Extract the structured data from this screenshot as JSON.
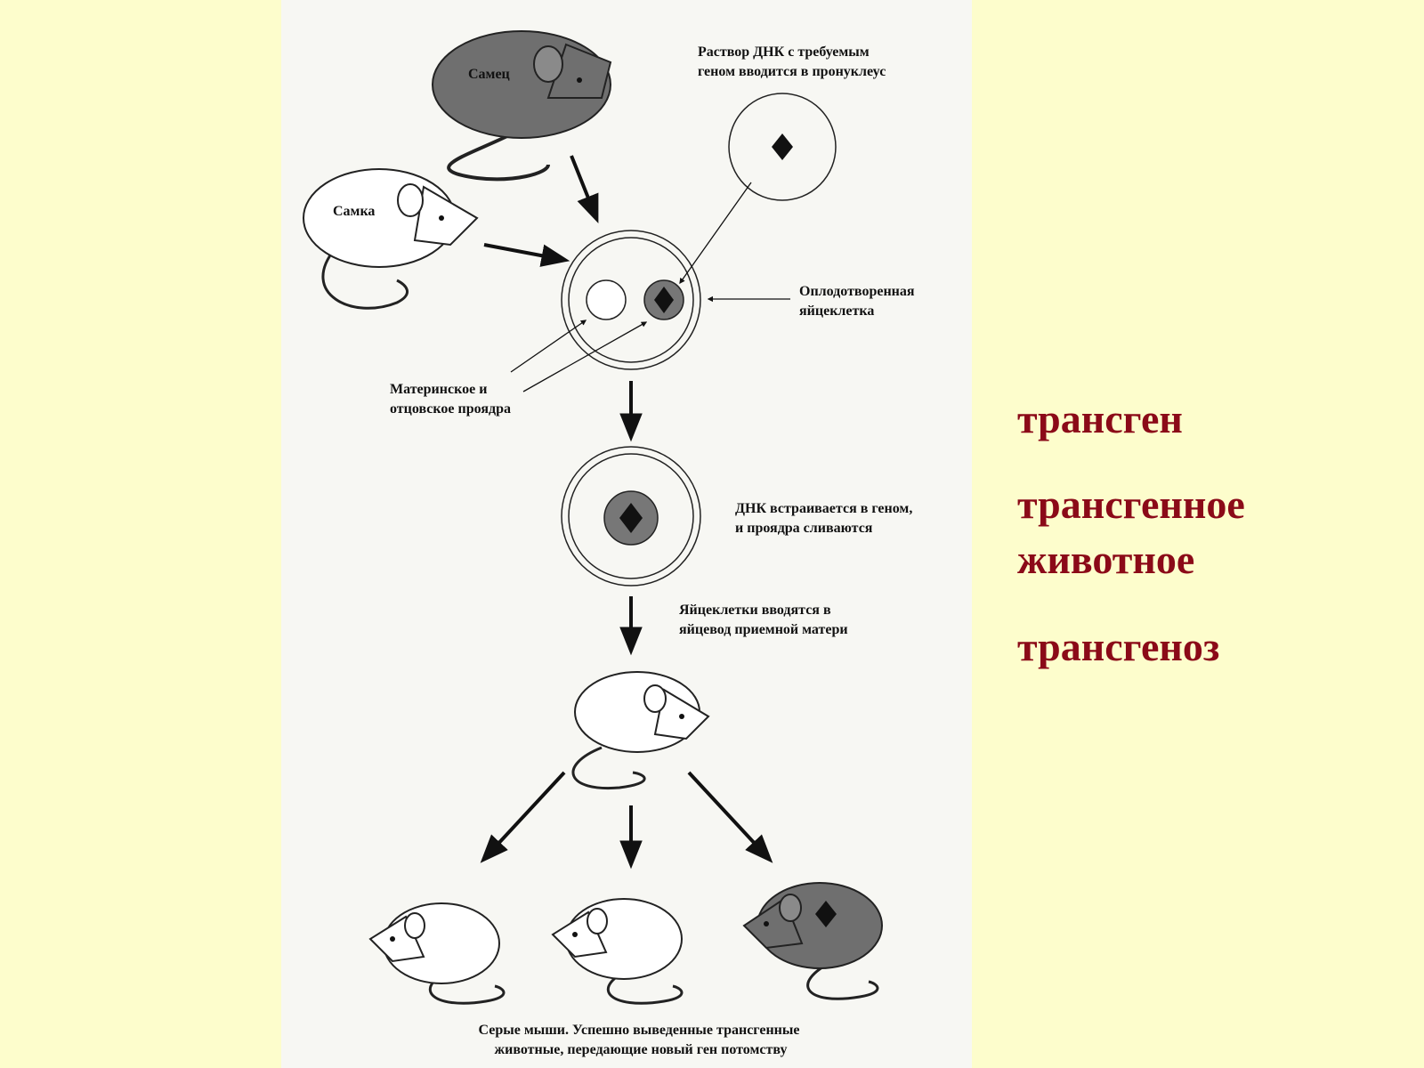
{
  "diagram": {
    "mouse_labels": {
      "male": "Самец",
      "female": "Самка"
    },
    "labels": {
      "dna_injection": [
        "Раствор ДНК с требуемым",
        "геном вводится в пронуклеус"
      ],
      "fertilized_egg": [
        "Оплодотворенная",
        "яйцеклетка"
      ],
      "pronuclei": [
        "Материнское и",
        "отцовское проядра"
      ],
      "integration": [
        "ДНК встраивается в геном,",
        "и проядра сливаются"
      ],
      "transfer": [
        "Яйцеклетки вводятся в",
        "яйцевод приемной матери"
      ],
      "offspring": [
        "Серые мыши. Успешно выведенные трансгенные",
        "животные, передающие новый ген потомству"
      ]
    }
  },
  "terms": [
    {
      "lines": [
        "трансген"
      ]
    },
    {
      "lines": [
        "трансгенное",
        "животное"
      ]
    },
    {
      "lines": [
        "трансгеноз"
      ]
    }
  ],
  "colors": {
    "background": "#fdfdcc",
    "term_text": "#8b0a18",
    "panel": "#f7f7f3",
    "grey_mouse": "#6f6f6f"
  }
}
